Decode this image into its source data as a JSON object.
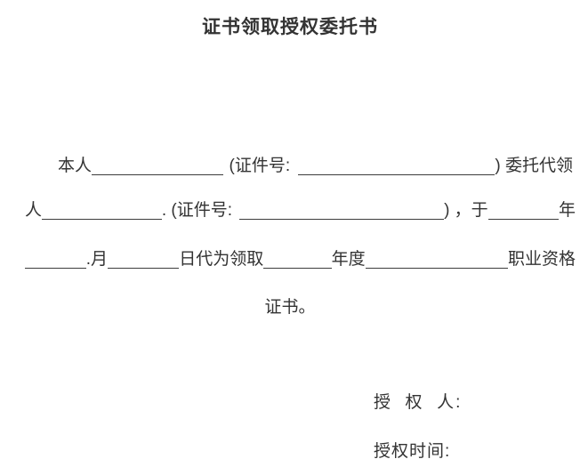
{
  "title": "证书领取授权委托书",
  "body": {
    "line1": {
      "seg1": "本人",
      "seg2": "(证件号:",
      "seg3": ") 委托代领"
    },
    "line2": {
      "seg1": "人",
      "seg2": ". (证件号:",
      "seg3": ") ，于",
      "seg4": "年"
    },
    "line3": {
      "seg1": ".月",
      "seg2": "日代为领取",
      "seg3": "年度",
      "seg4": "职业资格"
    },
    "line4": "证书。"
  },
  "signature": {
    "authorizer_label": "授  权  人:",
    "time_label": "授权时间:"
  },
  "colors": {
    "text": "#333333",
    "underline": "#3c3c3c",
    "background": "#ffffff"
  }
}
